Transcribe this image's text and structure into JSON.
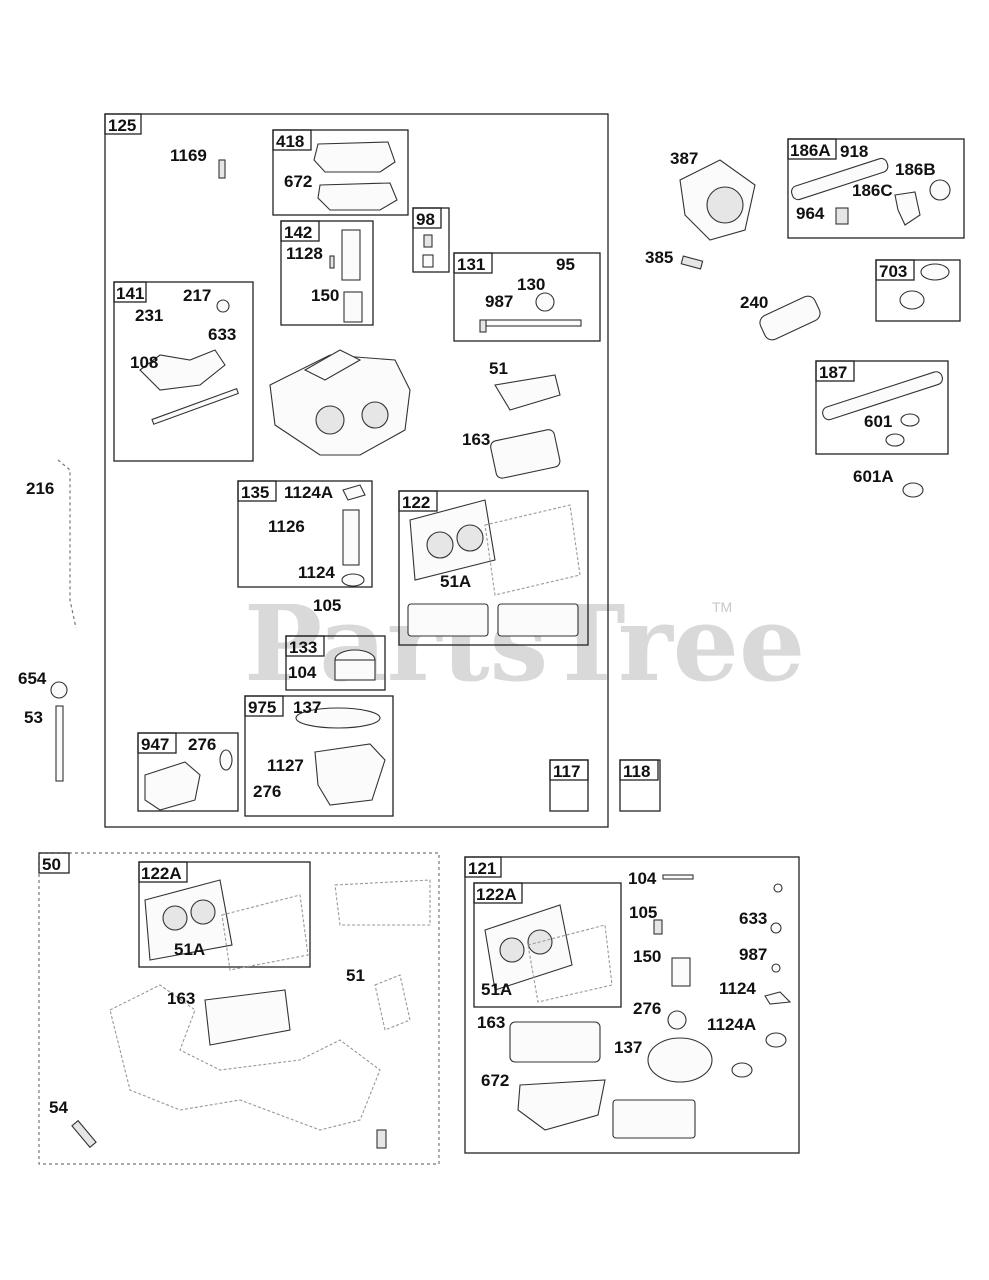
{
  "watermark": {
    "text": "PartsTree",
    "trademark": "TM"
  },
  "groups": [
    {
      "id": "g125",
      "label": "125"
    },
    {
      "id": "g418",
      "label": "418"
    },
    {
      "id": "g98",
      "label": "98"
    },
    {
      "id": "g142",
      "label": "142"
    },
    {
      "id": "g131",
      "label": "131"
    },
    {
      "id": "g141",
      "label": "141"
    },
    {
      "id": "g135",
      "label": "135"
    },
    {
      "id": "g122",
      "label": "122"
    },
    {
      "id": "g133",
      "label": "133"
    },
    {
      "id": "g975",
      "label": "975"
    },
    {
      "id": "g947",
      "label": "947"
    },
    {
      "id": "g117",
      "label": "117"
    },
    {
      "id": "g118",
      "label": "118"
    },
    {
      "id": "g186A",
      "label": "186A"
    },
    {
      "id": "g703",
      "label": "703"
    },
    {
      "id": "g187",
      "label": "187"
    },
    {
      "id": "g50",
      "label": "50"
    },
    {
      "id": "g122A_a",
      "label": "122A"
    },
    {
      "id": "g121",
      "label": "121"
    },
    {
      "id": "g122A_b",
      "label": "122A"
    }
  ],
  "callouts": [
    "1169",
    "672",
    "1128",
    "150",
    "95",
    "130",
    "987",
    "217",
    "231",
    "633",
    "108",
    "51",
    "163",
    "1124A",
    "1126",
    "1124",
    "51A",
    "105",
    "104",
    "137",
    "1127",
    "276",
    "276",
    "387",
    "918",
    "186B",
    "186C",
    "964",
    "385",
    "240",
    "601",
    "601A",
    "216",
    "654",
    "53",
    "51A",
    "51",
    "163",
    "54",
    "104",
    "105",
    "633",
    "150",
    "987",
    "51A",
    "1124",
    "163",
    "276",
    "1124A",
    "137",
    "672"
  ]
}
